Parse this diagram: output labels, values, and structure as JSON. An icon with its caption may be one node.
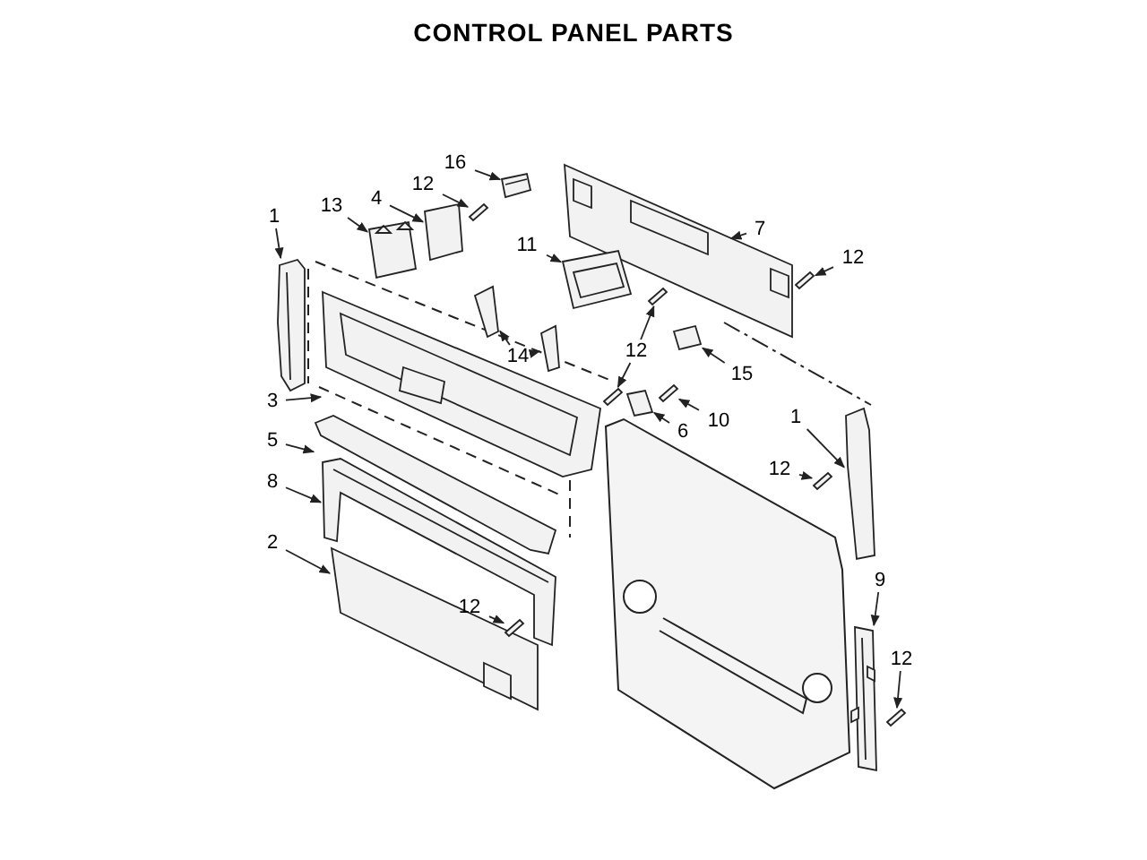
{
  "diagram": {
    "title": "CONTROL PANEL PARTS",
    "nodes": [
      {
        "text": [
          "16"
        ]
      },
      {
        "text": [
          "12"
        ]
      },
      {
        "text": [
          "1"
        ]
      },
      {
        "text": [
          "13"
        ]
      },
      {
        "text": [
          "4"
        ]
      },
      {
        "text": [
          "7"
        ]
      },
      {
        "text": [
          "11"
        ]
      },
      {
        "text": [
          "12"
        ]
      },
      {
        "text": [
          "14"
        ]
      },
      {
        "text": [
          "12"
        ]
      },
      {
        "text": [
          "15"
        ]
      },
      {
        "text": [
          "3"
        ]
      },
      {
        "text": [
          "1"
        ]
      },
      {
        "text": [
          "10"
        ]
      },
      {
        "text": [
          "6"
        ]
      },
      {
        "text": [
          "5"
        ]
      },
      {
        "text": [
          "12"
        ]
      },
      {
        "text": [
          "8"
        ]
      },
      {
        "text": [
          "2"
        ]
      },
      {
        "text": [
          "9"
        ]
      },
      {
        "text": [
          "12"
        ]
      },
      {
        "text": [
          "12"
        ]
      },
      {
        "text": [],
        "shape": "picture"
      },
      {
        "text": [],
        "shape": "picture"
      },
      {
        "text": [],
        "shape": "picture"
      },
      {
        "text": [],
        "shape": "picture"
      },
      {
        "text": [],
        "shape": "picture"
      },
      {
        "text": [],
        "shape": "picture"
      },
      {
        "text": [],
        "shape": "picture"
      },
      {
        "text": [],
        "shape": "picture"
      },
      {
        "text": [],
        "shape": "picture"
      },
      {
        "text": [],
        "shape": "picture"
      },
      {
        "text": [],
        "shape": "picture"
      },
      {
        "text": [],
        "shape": "picture"
      },
      {
        "text": [],
        "shape": "picture"
      },
      {
        "text": [],
        "shape": "picture"
      },
      {
        "text": [],
        "shape": "picture"
      },
      {
        "text": [],
        "shape": "picture"
      },
      {
        "text": [],
        "shape": "picture"
      },
      {
        "text": [],
        "shape": "picture"
      },
      {
        "text": [],
        "shape": "picture"
      },
      {
        "text": [],
        "shape": "picture"
      },
      {
        "text": [],
        "shape": "picture"
      },
      {
        "text": [],
        "shape": "picture"
      },
      {
        "text": [],
        "shape": "picture"
      },
      {
        "text": [],
        "shape": "picture"
      }
    ],
    "edges": [
      {
        "from": 0,
        "to": 22,
        "arrow": "to"
      },
      {
        "from": 1,
        "to": 23,
        "arrow": "to"
      },
      {
        "from": 2,
        "to": 24,
        "arrow": "to"
      },
      {
        "from": 3,
        "to": 25,
        "arrow": "to"
      },
      {
        "from": 4,
        "to": 26,
        "arrow": "to"
      },
      {
        "from": 5,
        "to": 27,
        "arrow": "to"
      },
      {
        "from": 6,
        "to": 28,
        "arrow": "to"
      },
      {
        "from": 7,
        "to": 29,
        "arrow": "to"
      },
      {
        "from": 8,
        "to": 30,
        "arrow": "to"
      },
      {
        "from": 8,
        "to": 31,
        "arrow": "to"
      },
      {
        "from": 9,
        "to": 32,
        "arrow": "to"
      },
      {
        "from": 9,
        "to": 33,
        "arrow": "to"
      },
      {
        "from": 10,
        "to": 34,
        "arrow": "to"
      },
      {
        "from": 11,
        "to": 35,
        "arrow": "to"
      },
      {
        "from": 12,
        "to": 36,
        "arrow": "to"
      },
      {
        "from": 13,
        "to": 37,
        "arrow": "to"
      },
      {
        "from": 14,
        "to": 38,
        "arrow": "to"
      },
      {
        "from": 15,
        "to": 39,
        "arrow": "to"
      },
      {
        "from": 16,
        "to": 40,
        "arrow": "to"
      },
      {
        "from": 17,
        "to": 41,
        "arrow": "to"
      },
      {
        "from": 18,
        "to": 42,
        "arrow": "to"
      },
      {
        "from": 19,
        "to": 43,
        "arrow": "to"
      },
      {
        "from": 20,
        "to": 44,
        "arrow": "to"
      },
      {
        "from": 21,
        "to": 45,
        "arrow": "to"
      }
    ]
  }
}
